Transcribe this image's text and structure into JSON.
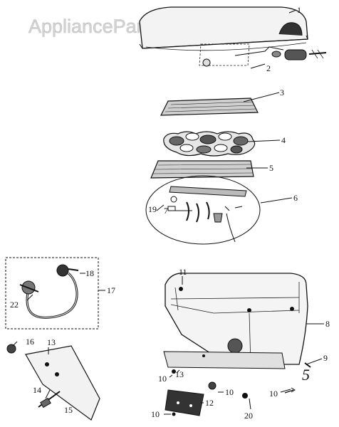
{
  "watermark": "AppliancePartsPros.com",
  "callouts": {
    "c1": "1",
    "c2": "2",
    "c3": "3",
    "c4": "4",
    "c5": "5",
    "c6": "6",
    "c7": "7",
    "c8": "8",
    "c9": "9",
    "c10a": "10",
    "c10b": "10",
    "c10c": "10",
    "c10d": "10",
    "c11": "11",
    "c12": "12",
    "c13a": "13",
    "c13b": "13",
    "c14": "14",
    "c15": "15",
    "c16": "16",
    "c17": "17",
    "c18": "18",
    "c19": "19",
    "c20": "20",
    "c22": "22"
  },
  "handwritten_note": "5"
}
